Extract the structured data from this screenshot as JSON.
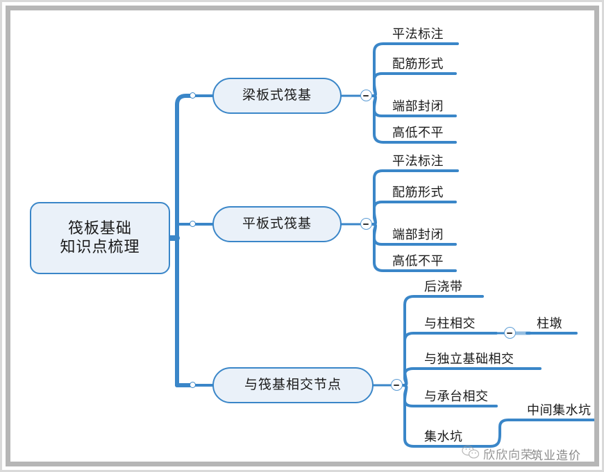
{
  "document": {
    "title": "筏板基础 知识点梳理",
    "type": "mindmap",
    "background_color": "#ffffff",
    "frame_color": "#b6b6b6"
  },
  "theme": {
    "node_fill": "#eaf1f9",
    "node_border": "#3a86c8",
    "line_color": "#3a86c8",
    "text_color": "#1a1a1a",
    "underline_color": "#3a86c8"
  },
  "mindmap": {
    "root": {
      "label": "筏板基础\n知识点梳理",
      "line1": "筏板基础",
      "line2": "知识点梳理"
    },
    "branches": [
      {
        "label": "梁板式筏基",
        "toggle": "collapse-minus",
        "children": [
          {
            "label": "平法标注"
          },
          {
            "label": "配筋形式"
          },
          {
            "label": "端部封闭"
          },
          {
            "label": "高低不平"
          }
        ]
      },
      {
        "label": "平板式筏基",
        "toggle": "collapse-minus",
        "children": [
          {
            "label": "平法标注"
          },
          {
            "label": "配筋形式"
          },
          {
            "label": "端部封闭"
          },
          {
            "label": "高低不平"
          }
        ]
      },
      {
        "label": "与筏基相交节点",
        "toggle": "collapse-minus",
        "children": [
          {
            "label": "后浇带"
          },
          {
            "label": "与柱相交",
            "toggle": "collapse-minus",
            "children": [
              {
                "label": "柱墩"
              }
            ]
          },
          {
            "label": "与独立基础相交"
          },
          {
            "label": "与承台相交"
          },
          {
            "label": "集水坑",
            "children": [
              {
                "label": "中间集水坑"
              }
            ]
          }
        ]
      }
    ]
  },
  "watermark": {
    "icon": "wechat-icon",
    "text_front": "欣欣向荣",
    "text_back": "筑业造价"
  }
}
